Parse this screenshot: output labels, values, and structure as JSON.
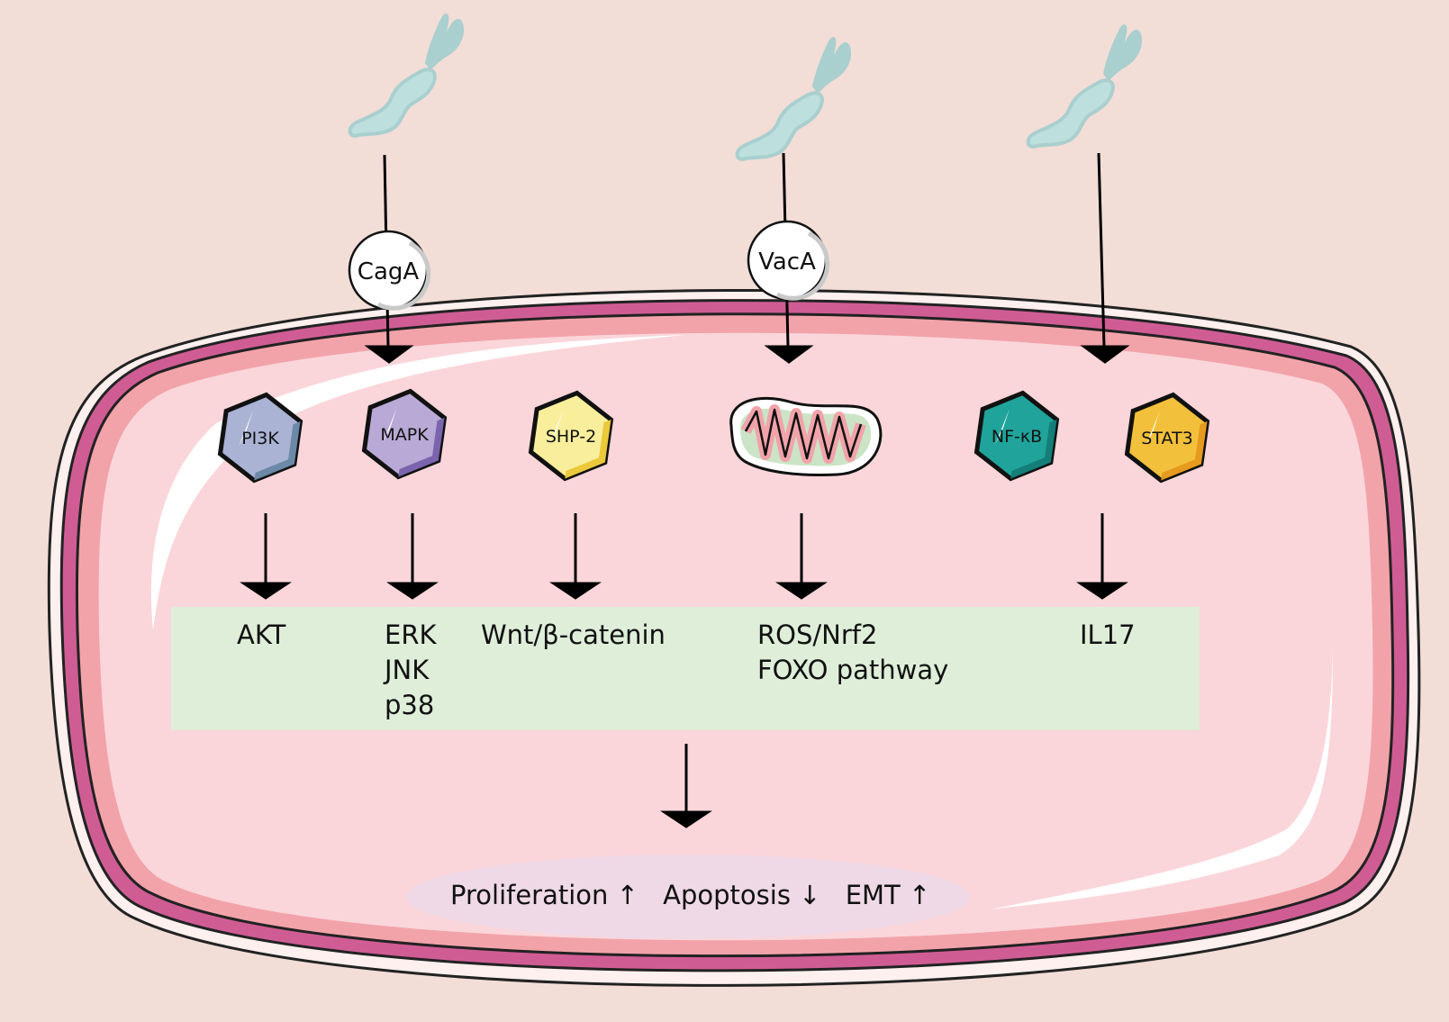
{
  "diagram": {
    "title": "H. pylori virulence factors and host signaling pathways",
    "colors": {
      "background": "#f2ddd7",
      "cell_fill": "#fad6da",
      "membrane_outer": "#cf5d94",
      "membrane_inner": "#f2a3aa",
      "pathway_band": "#dfeed9",
      "outcome_ellipse": "#efd9e6",
      "bacterium": "#bde0df",
      "bacterium_flagella": "#a9cfce"
    },
    "bacteria": [
      {
        "id": "bacterium-1",
        "factor": "CagA"
      },
      {
        "id": "bacterium-2",
        "factor": "VacA"
      },
      {
        "id": "bacterium-3",
        "factor": ""
      }
    ],
    "toxins": [
      {
        "label": "CagA"
      },
      {
        "label": "VacA"
      }
    ],
    "nodes": [
      {
        "label": "PI3K",
        "color": "#aab3d3",
        "shade": "#6c89a8"
      },
      {
        "label": "MAPK",
        "color": "#b9a9d6",
        "shade": "#7b64ad"
      },
      {
        "label": "SHP-2",
        "color": "#f8ee9c",
        "shade": "#ecc93a"
      },
      {
        "label": "mitochondrion",
        "color": "#f2a3aa",
        "shade": "#cbe4c6"
      },
      {
        "label": "NF-κB",
        "color": "#1fa39a",
        "shade": "#147e78"
      },
      {
        "label": "STAT3",
        "color": "#f3c03b",
        "shade": "#e69a1f"
      }
    ],
    "pathways": [
      {
        "lines": [
          "AKT"
        ]
      },
      {
        "lines": [
          "ERK",
          "JNK",
          "p38"
        ]
      },
      {
        "lines": [
          "Wnt/β-catenin"
        ]
      },
      {
        "lines": [
          "ROS/Nrf2",
          "FOXO pathway"
        ]
      },
      {
        "lines": [
          "IL17"
        ]
      }
    ],
    "outcomes": [
      {
        "label": "Proliferation ↑"
      },
      {
        "label": "Apoptosis ↓"
      },
      {
        "label": "EMT ↑"
      }
    ]
  }
}
